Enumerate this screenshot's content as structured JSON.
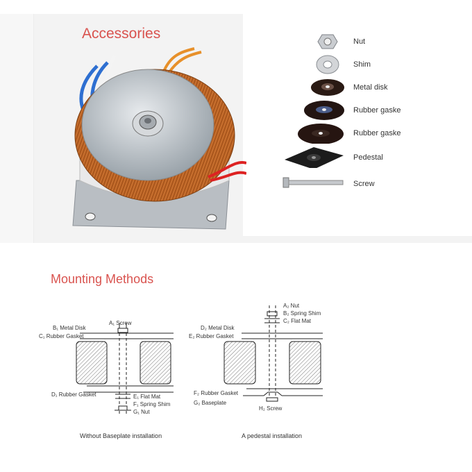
{
  "accessories": {
    "title": "Accessories",
    "items": [
      {
        "label": "Nut",
        "icon": "nut-icon"
      },
      {
        "label": "Shim",
        "icon": "shim-icon"
      },
      {
        "label": "Metal disk",
        "icon": "metal-disk-icon"
      },
      {
        "label": "Rubber gaske",
        "icon": "rubber-gasket-icon"
      },
      {
        "label": "Rubber gaske",
        "icon": "rubber-gasket-icon"
      },
      {
        "label": "Pedestal",
        "icon": "pedestal-icon"
      },
      {
        "label": "Screw",
        "icon": "screw-icon"
      }
    ]
  },
  "mounting": {
    "title": "Mounting Methods",
    "left": {
      "caption": "Without Baseplate installation",
      "labels": {
        "a": "A₁ Screw",
        "b": "B₁ Metal Disk",
        "c": "C₁ Rubber Gasket",
        "d": "D₁ Rubber Gasket",
        "e": "E₁ Flat Mat",
        "f": "F₁ Spring Shim",
        "g": "G₁ Nut"
      }
    },
    "right": {
      "caption": "A pedestal installation",
      "labels": {
        "a": "A₂ Nut",
        "b": "B₂ Spring Shim",
        "c": "C₂ Flat Mat",
        "d": "D₂ Metal Disk",
        "e": "E₂ Rubber Gasket",
        "f": "F₂ Rubber Gasket",
        "g": "G₂ Baseplate",
        "h": "H₂ Screw"
      }
    }
  },
  "colors": {
    "accent_title": "#d9534f",
    "copper": "#c8702f"
  }
}
